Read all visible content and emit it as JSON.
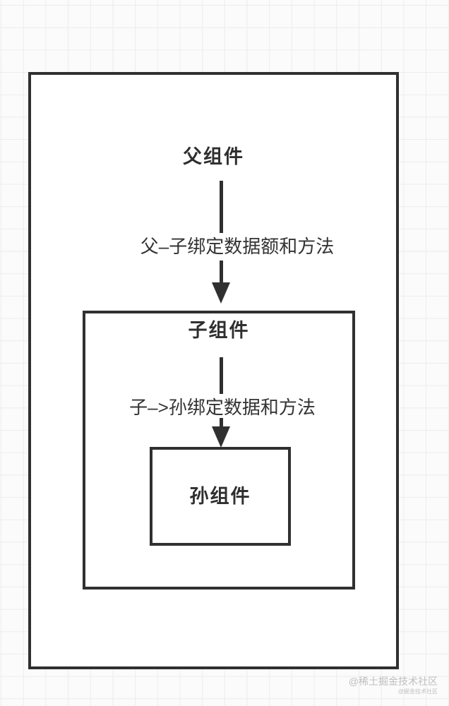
{
  "diagram": {
    "parent": {
      "label": "父组件"
    },
    "child": {
      "label": "子组件"
    },
    "grandchild": {
      "label": "孙组件"
    },
    "edges": {
      "parent_to_child": {
        "label": "父–子绑定数据额和方法"
      },
      "child_to_grandchild": {
        "label": "子–>孙绑定数据和方法"
      }
    }
  },
  "watermark": {
    "primary": "@稀土掘金技术社区",
    "secondary": "@掘金技术社区"
  },
  "colors": {
    "stroke": "#303030",
    "text": "#333333",
    "grid_line": "#ececec",
    "paper_background": "#fbfbfb",
    "node_fill": "#ffffff",
    "watermark": "#bfbfbf"
  }
}
